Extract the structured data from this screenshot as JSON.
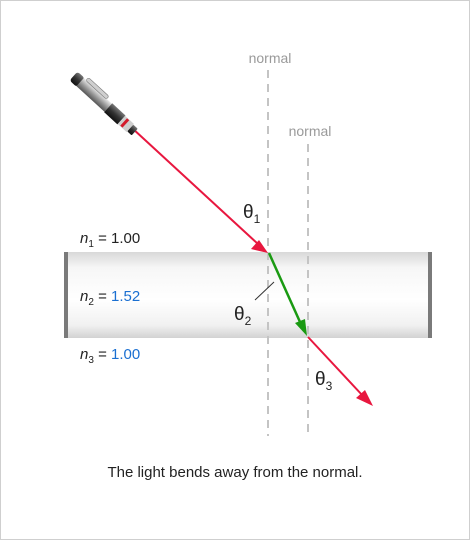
{
  "normal_labels": [
    "normal",
    "normal"
  ],
  "angles": {
    "theta1": {
      "symbol": "θ",
      "sub": "1"
    },
    "theta2": {
      "symbol": "θ",
      "sub": "2"
    },
    "theta3": {
      "symbol": "θ",
      "sub": "3"
    }
  },
  "media": [
    {
      "n": "n",
      "sub": "1",
      "eq": " = ",
      "value": "1.00",
      "value_color": "#222222"
    },
    {
      "n": "n",
      "sub": "2",
      "eq": " = ",
      "value": "1.52",
      "value_color": "#1a6fd1"
    },
    {
      "n": "n",
      "sub": "3",
      "eq": " = ",
      "value": "1.00",
      "value_color": "#1a6fd1"
    }
  ],
  "caption": "The light bends away from the normal.",
  "colors": {
    "incident_ray": "#e8173f",
    "refracted_ray": "#1a9a12",
    "normal_line": "#c4c4c4",
    "normal_text": "#9a9a9a",
    "glass_edge": "#7a7a7a"
  },
  "icons": [
    "laser-pointer-icon"
  ]
}
